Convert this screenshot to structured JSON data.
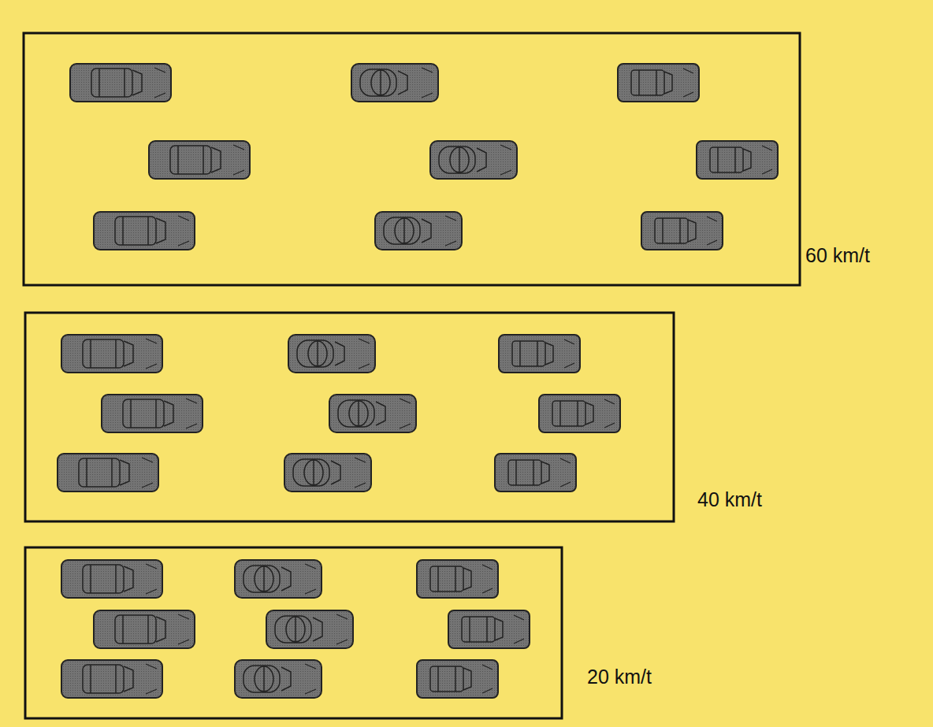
{
  "diagram": {
    "labels": [
      "60 km/t",
      "40 km/t",
      "20 km/t"
    ]
  }
}
